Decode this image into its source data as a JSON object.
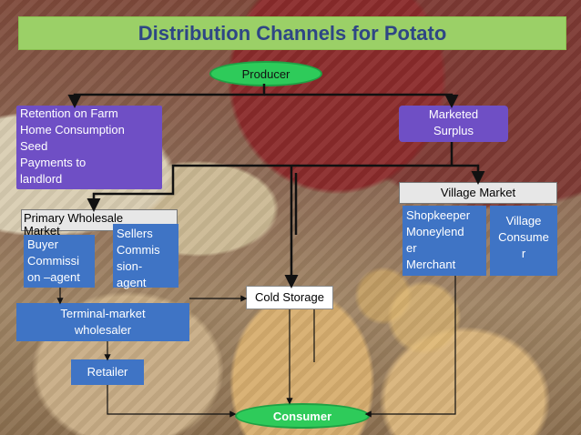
{
  "title": "Distribution Channels for Potato",
  "producer": "Producer",
  "consumer": "Consumer",
  "retention": {
    "items": [
      "Retention on Farm",
      "Home Consumption",
      "Seed",
      "Payments to",
      "landlord"
    ]
  },
  "marketed_surplus": [
    "Marketed",
    "Surplus"
  ],
  "village_market": "Village Market",
  "shopkeeper_block": [
    "Shopkeeper",
    "Moneylend",
    "er",
    "Merchant"
  ],
  "village_consumer": [
    "Village",
    "Consume",
    "r"
  ],
  "primary_wholesale": [
    "Primary Wholesale",
    "Market"
  ],
  "buyer_commission": [
    "Buyer",
    "Commissi",
    "on –agent"
  ],
  "sellers_commission": [
    "Sellers",
    "Commis",
    "sion-",
    "agent"
  ],
  "cold_storage": "Cold Storage",
  "terminal_market": [
    "Terminal-market",
    "wholesaler"
  ],
  "retailer": "Retailer"
}
